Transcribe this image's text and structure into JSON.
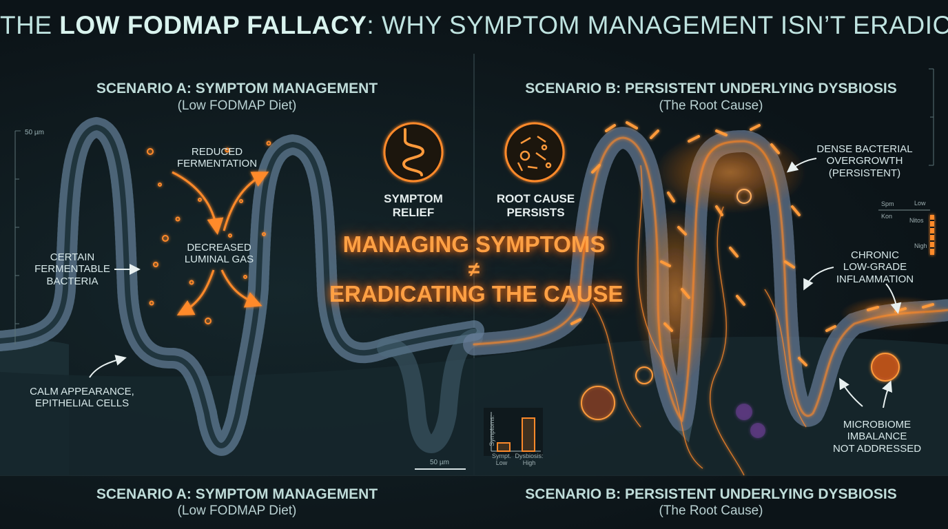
{
  "title": {
    "part1": "THE ",
    "emphasis": "LOW FODMAP FALLACY",
    "part2": ": WHY SYMPTOM MANAGEMENT ISN’T ERADICATION"
  },
  "scenario_a": {
    "title": "SCENARIO A: SYMPTOM MANAGEMENT",
    "subtitle": "(Low FODMAP Diet)"
  },
  "scenario_b": {
    "title": "SCENARIO B: PERSISTENT UNDERLYING DYSBIOSIS",
    "subtitle": "(The Root Cause)"
  },
  "scale_bar_top": "50 µm",
  "scale_bar_bottom": "50 µm",
  "labels_a": {
    "reduced_fermentation": [
      "REDUCED",
      "FERMENTATION"
    ],
    "decreased_gas": [
      "DECREASED",
      "LUMINAL GAS"
    ],
    "bacteria": [
      "CERTAIN",
      "FERMENTABLE",
      "BACTERIA"
    ],
    "calm": [
      "CALM APPEARANCE,",
      "EPITHELIAL CELLS"
    ]
  },
  "center": {
    "relief": [
      "SYMPTOM",
      "RELIEF"
    ],
    "root": [
      "ROOT CAUSE",
      "PERSISTS"
    ],
    "headline_1": "MANAGING SYMPTOMS",
    "neq": "≠",
    "headline_2": "ERADICATING THE CAUSE"
  },
  "labels_b": {
    "overgrowth": [
      "DENSE BACTERIAL",
      "OVERGROWTH",
      "(PERSISTENT)"
    ],
    "inflammation": [
      "CHRONIC",
      "LOW-GRADE",
      "INFLAMMATION"
    ],
    "imbalance": [
      "MICROBIOME",
      "IMBALANCE",
      "NOT ADDRESSED"
    ]
  },
  "side_gauge": {
    "labels": [
      "Spm",
      "Low",
      "Kon",
      "Nitos",
      "Nigh"
    ]
  },
  "chart_data": {
    "type": "bar",
    "ylabel": "Symptoms:",
    "categories": [
      "Sympt. Low",
      "Dysbiosis: High"
    ],
    "category_lines": [
      [
        "Sympt.",
        "Low"
      ],
      [
        "Dysbiosis:",
        "High"
      ]
    ],
    "values": [
      1,
      4
    ],
    "ylim": [
      0,
      5
    ],
    "colors": [
      "#ff8a2a",
      "#ff8a2a"
    ]
  },
  "colors": {
    "accent": "#ff8a2a",
    "tissue": "#4f6f80",
    "background": "#0d1519"
  }
}
